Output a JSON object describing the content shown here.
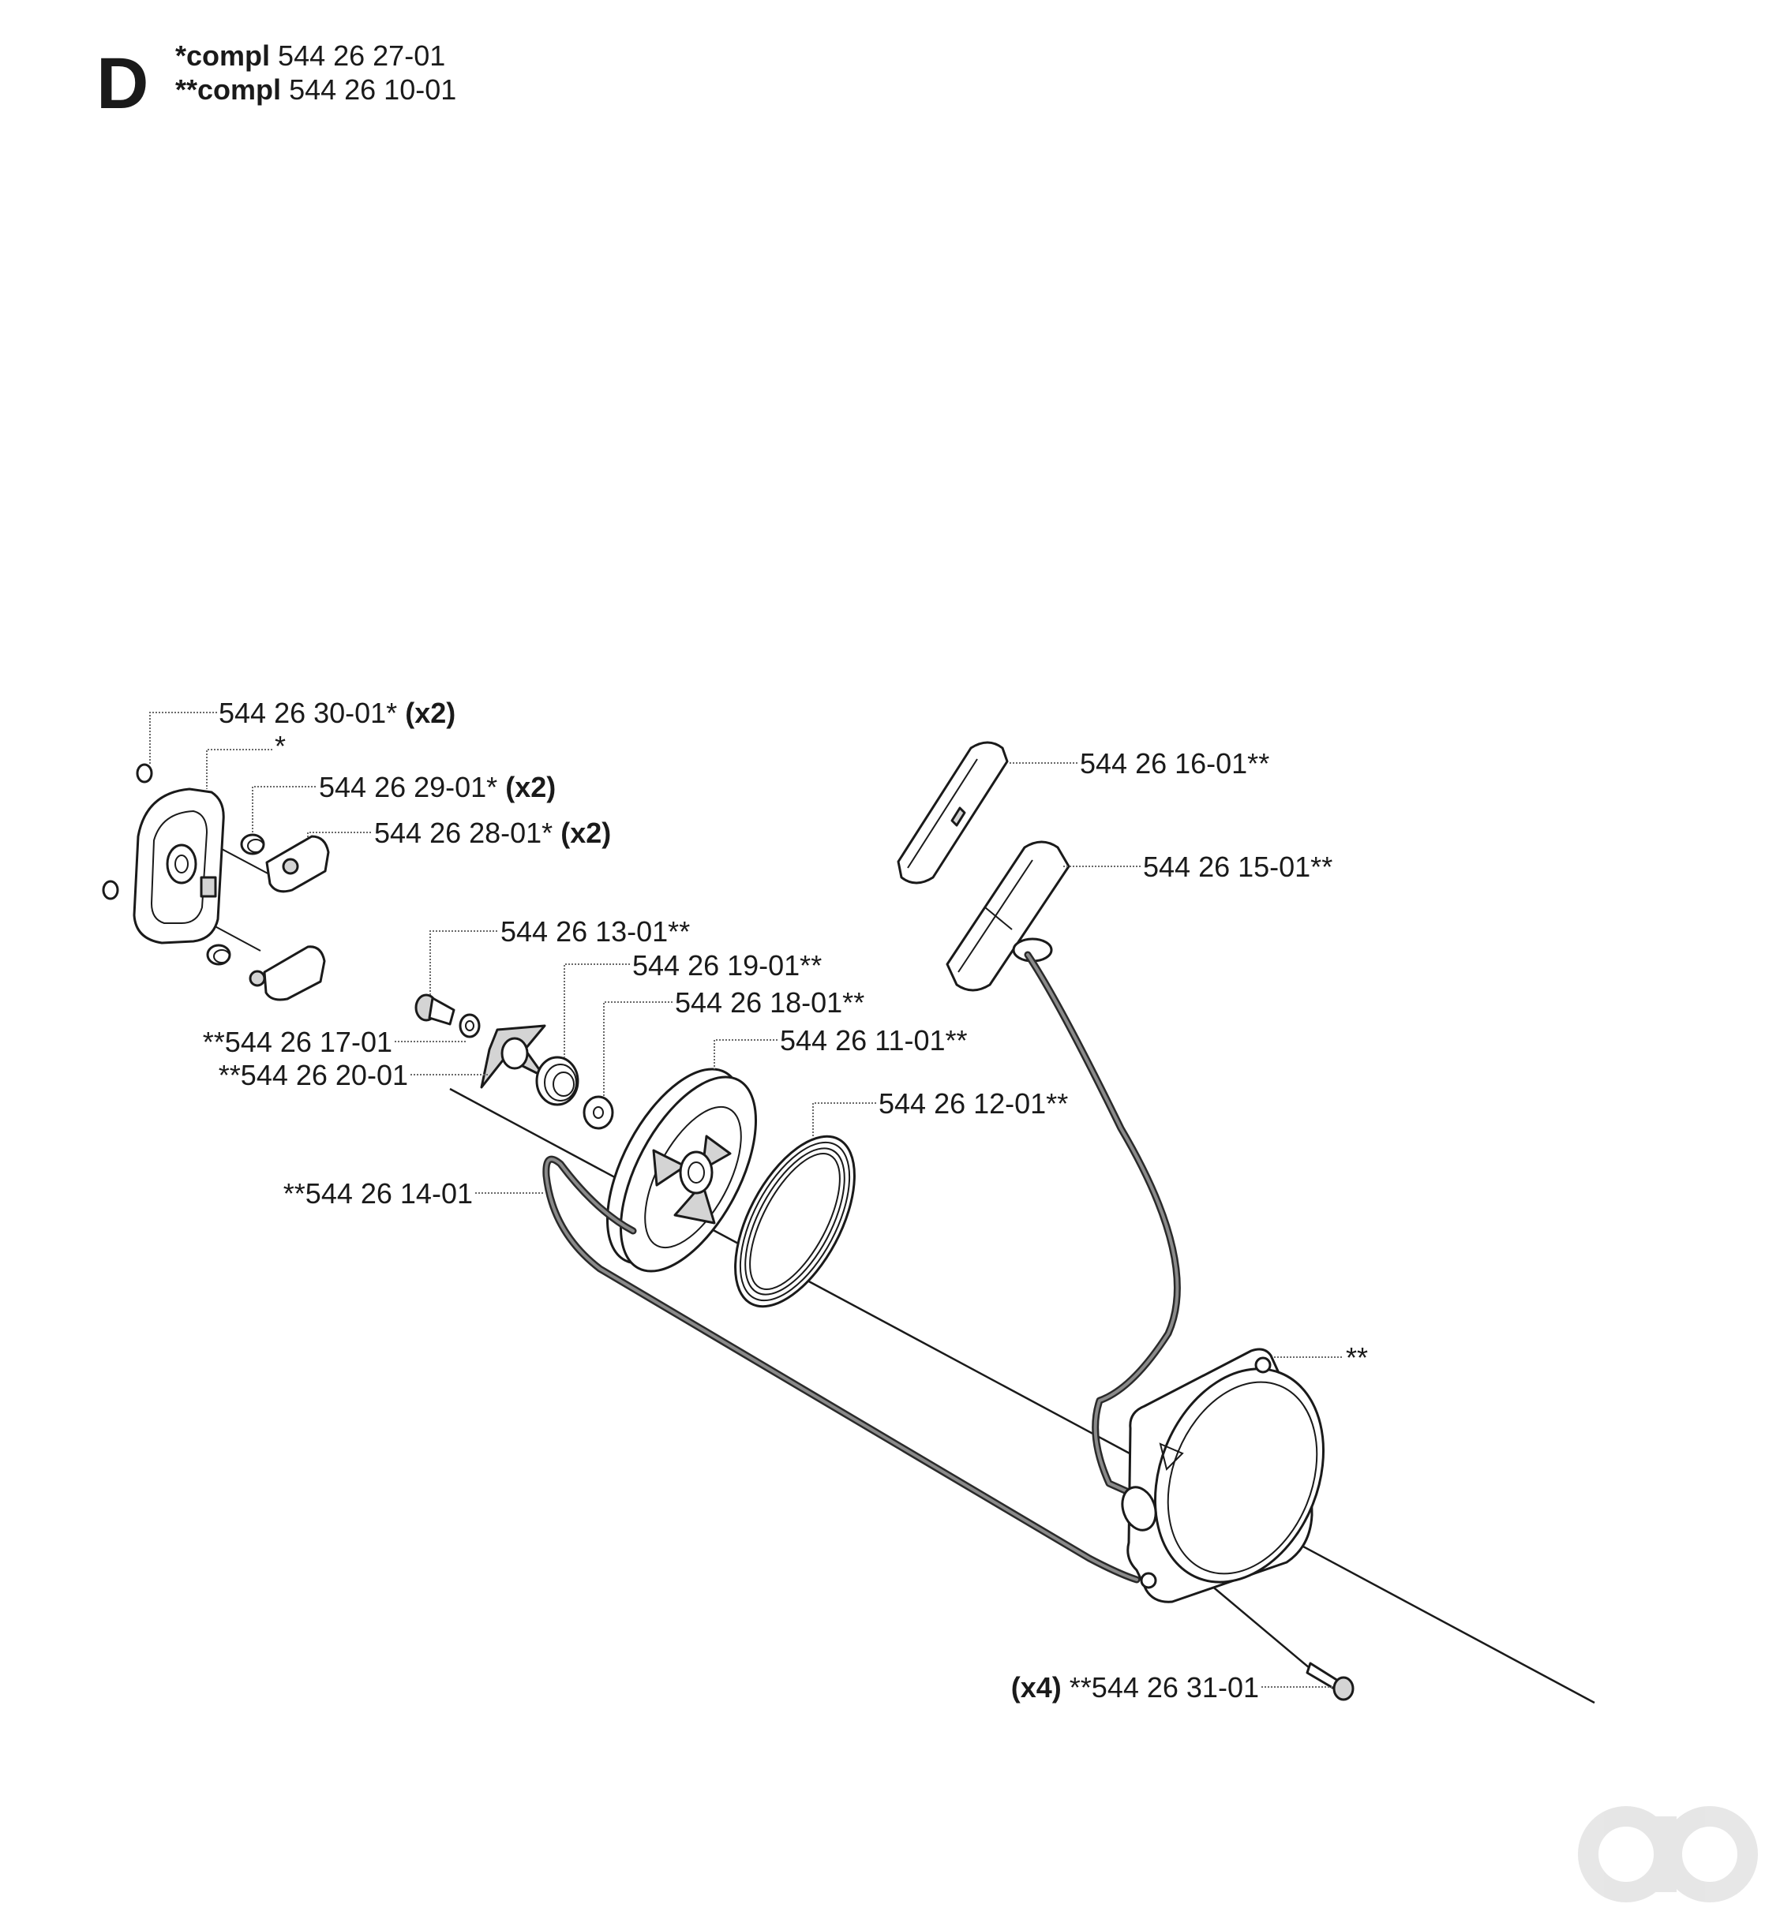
{
  "header": {
    "section": "D",
    "compl_lines": [
      {
        "prefix": "*compl",
        "number": "544 26 27-01"
      },
      {
        "prefix": "**compl",
        "number": "544 26 10-01"
      }
    ]
  },
  "callouts": [
    {
      "id": "p3001",
      "part": "544 26 30-01*",
      "qty": "(x2)"
    },
    {
      "id": "star",
      "part": "*",
      "qty": ""
    },
    {
      "id": "p2901",
      "part": "544 26 29-01*",
      "qty": "(x2)"
    },
    {
      "id": "p2801",
      "part": "544 26 28-01*",
      "qty": "(x2)"
    },
    {
      "id": "p1601",
      "part": "544 26 16-01**",
      "qty": ""
    },
    {
      "id": "p1501",
      "part": "544 26 15-01**",
      "qty": ""
    },
    {
      "id": "p1301",
      "part": "544 26 13-01**",
      "qty": ""
    },
    {
      "id": "p1901",
      "part": "544 26 19-01**",
      "qty": ""
    },
    {
      "id": "p1801",
      "part": "544 26 18-01**",
      "qty": ""
    },
    {
      "id": "p1701",
      "part": "**544 26 17-01",
      "qty": ""
    },
    {
      "id": "p1101",
      "part": "544 26 11-01**",
      "qty": ""
    },
    {
      "id": "p2001",
      "part": "**544 26 20-01",
      "qty": ""
    },
    {
      "id": "p1201",
      "part": "544 26 12-01**",
      "qty": ""
    },
    {
      "id": "p1401",
      "part": "**544 26 14-01",
      "qty": ""
    },
    {
      "id": "housing",
      "part": "**",
      "qty": ""
    },
    {
      "id": "p3101",
      "part": "**544 26 31-01",
      "qty": "(x4)"
    }
  ],
  "icons": {
    "watermark": "ao-logo-icon"
  }
}
